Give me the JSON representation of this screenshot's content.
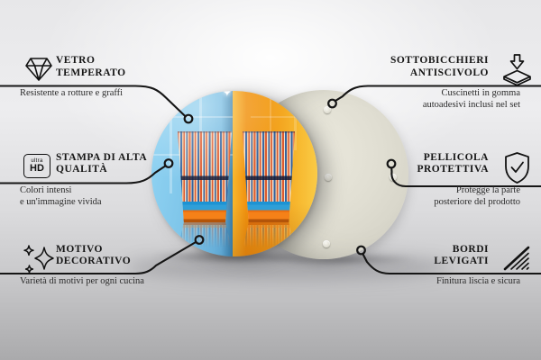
{
  "callouts": [
    {
      "id": "vetro-temperato",
      "icon": "diamond-icon",
      "title_lines": [
        "VETRO",
        "TEMPERATO"
      ],
      "desc_lines": [
        "Resistente a rotture e graffi"
      ]
    },
    {
      "id": "stampa-di-alta-qualita",
      "icon": "ultra-hd-icon",
      "title_lines": [
        "STAMPA DI ALTA",
        "QUALITÀ"
      ],
      "desc_lines": [
        "Colori intensi",
        "e un'immagine vivida"
      ]
    },
    {
      "id": "motivo-decorativo",
      "icon": "sparkles-icon",
      "title_lines": [
        "MOTIVO",
        "DECORATIVO"
      ],
      "desc_lines": [
        "Varietà di motivi per ogni cucina"
      ]
    },
    {
      "id": "sottobicchieri-antiscivolo",
      "icon": "anti-slip-pad-icon",
      "title_lines": [
        "SOTTOBICCHIERI",
        "ANTISCIVOLO"
      ],
      "desc_lines": [
        "Cuscinetti in gomma",
        "autoadesivi inclusi nel set"
      ]
    },
    {
      "id": "pellicola-protettiva",
      "icon": "shield-check-icon",
      "title_lines": [
        "PELLICOLA",
        "PROTETTIVA"
      ],
      "desc_lines": [
        "Protegge la parte",
        "posteriore del prodotto"
      ]
    },
    {
      "id": "bordi-levigati",
      "icon": "smooth-edges-icon",
      "title_lines": [
        "BORDI",
        "LEVIGATI"
      ],
      "desc_lines": [
        "Finitura liscia e sicura"
      ]
    }
  ],
  "ultra_hd_badge": {
    "top": "ultra",
    "bottom": "HD"
  },
  "product": {
    "front_disc": "printed glass panel with two striped drinking glasses, blue and orange halves",
    "back_disc": "rear side with self-adhesive rubber pads",
    "pad_count_visible": 4
  },
  "colors": {
    "connector_line": "#151515",
    "front_blue": "#7ec5e9",
    "front_orange": "#f29d18",
    "back_disc": "#e0ded2",
    "background_bottom": "#aaaaac"
  }
}
